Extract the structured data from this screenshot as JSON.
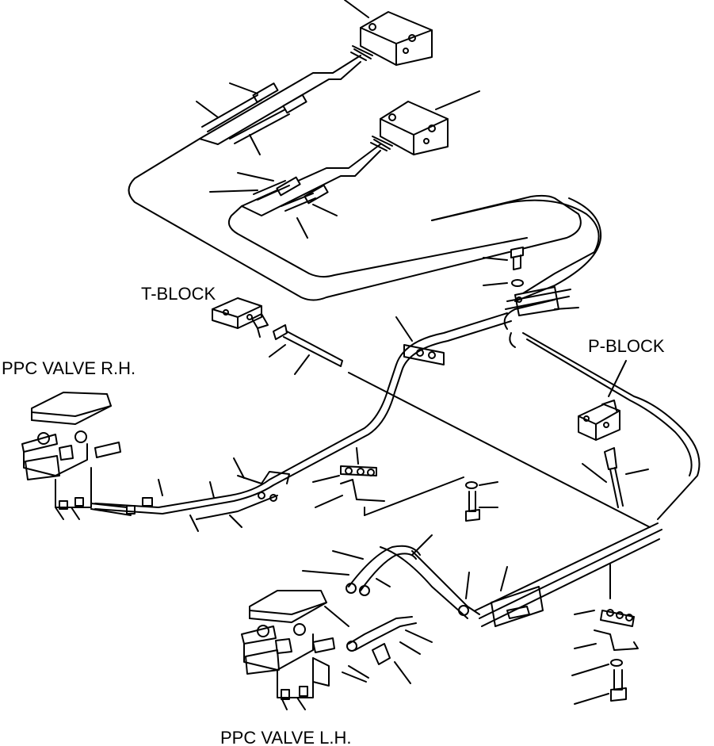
{
  "labels": {
    "t_block": "T-BLOCK",
    "p_block": "P-BLOCK",
    "ppc_rh": "PPC VALVE R.H.",
    "ppc_lh": "PPC VALVE L.H."
  },
  "style": {
    "line_color": "#000000",
    "background": "#ffffff"
  }
}
